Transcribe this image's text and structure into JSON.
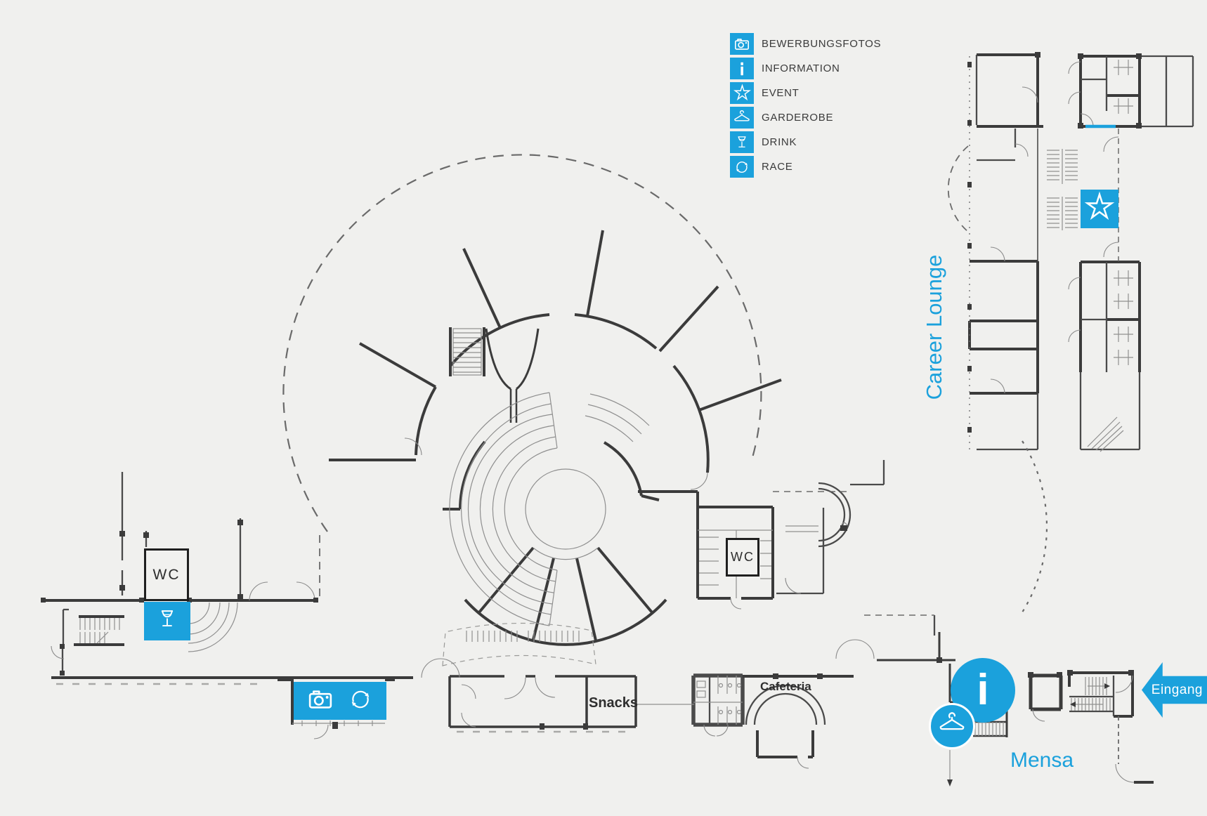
{
  "colors": {
    "background": "#F0F0EE",
    "accent": "#1BA1DC",
    "wall": "#3B3B3B",
    "text": "#3A3A3A"
  },
  "legend": {
    "items": [
      {
        "icon": "camera-icon",
        "label": "BEWERBUNGSFOTOS"
      },
      {
        "icon": "info-icon",
        "label": "INFORMATION"
      },
      {
        "icon": "star-icon",
        "label": "EVENT"
      },
      {
        "icon": "hanger-icon",
        "label": "GARDEROBE"
      },
      {
        "icon": "drink-icon",
        "label": "DRINK"
      },
      {
        "icon": "race-icon",
        "label": "RACE"
      }
    ]
  },
  "map": {
    "labels": {
      "career_lounge": "Career Lounge",
      "mensa": "Mensa",
      "cafeteria": "Cafeteria",
      "snacks": "Snacks",
      "wc_left": "WC",
      "wc_right": "WC",
      "entrance": "Eingang",
      "info_symbol": "i"
    },
    "markers": [
      {
        "name": "event-marker",
        "icon": "star-icon",
        "shape": "square"
      },
      {
        "name": "drink-marker",
        "icon": "drink-icon",
        "shape": "square"
      },
      {
        "name": "bewerbungsfotos-marker",
        "icon": "camera-icon",
        "shape": "rect"
      },
      {
        "name": "race-marker",
        "icon": "race-icon",
        "shape": "rect"
      },
      {
        "name": "information-marker",
        "icon": "info-icon",
        "shape": "circle"
      },
      {
        "name": "garderobe-marker",
        "icon": "hanger-icon",
        "shape": "circle"
      }
    ]
  }
}
